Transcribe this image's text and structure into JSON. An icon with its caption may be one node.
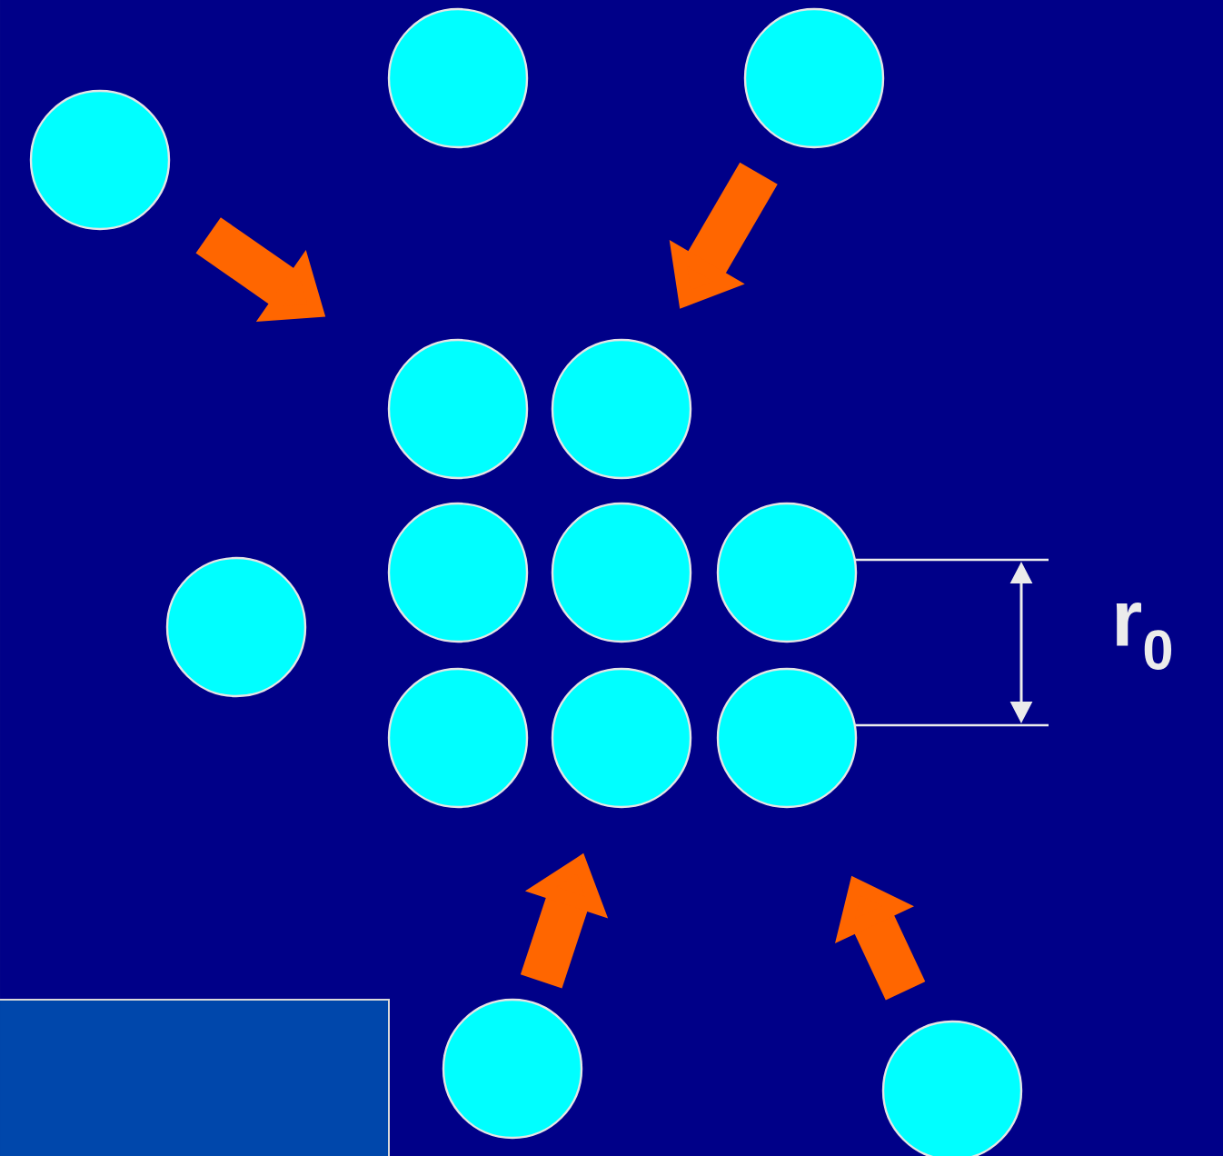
{
  "diagram": {
    "nodes": [
      {
        "text": [],
        "shape": "circle"
      },
      {
        "text": [],
        "shape": "circle"
      },
      {
        "text": [],
        "shape": "circle"
      },
      {
        "text": [],
        "shape": "circle"
      },
      {
        "text": [],
        "shape": "circle"
      },
      {
        "text": [],
        "shape": "circle"
      },
      {
        "text": [],
        "shape": "circle"
      },
      {
        "text": [],
        "shape": "circle"
      },
      {
        "text": [],
        "shape": "circle"
      },
      {
        "text": [],
        "shape": "circle"
      },
      {
        "text": [],
        "shape": "circle"
      },
      {
        "text": [],
        "shape": "circle"
      },
      {
        "text": [],
        "shape": "circle"
      },
      {
        "text": [],
        "shape": "circle"
      }
    ],
    "edges": [
      {
        "from": 2,
        "to": 3,
        "arrow": "to"
      },
      {
        "from": 1,
        "to": 4,
        "arrow": "to"
      },
      {
        "from": 12,
        "to": 10,
        "arrow": "to"
      },
      {
        "from": 13,
        "to": 11,
        "arrow": "to"
      }
    ],
    "labels": [
      "r$_{0}$"
    ]
  }
}
